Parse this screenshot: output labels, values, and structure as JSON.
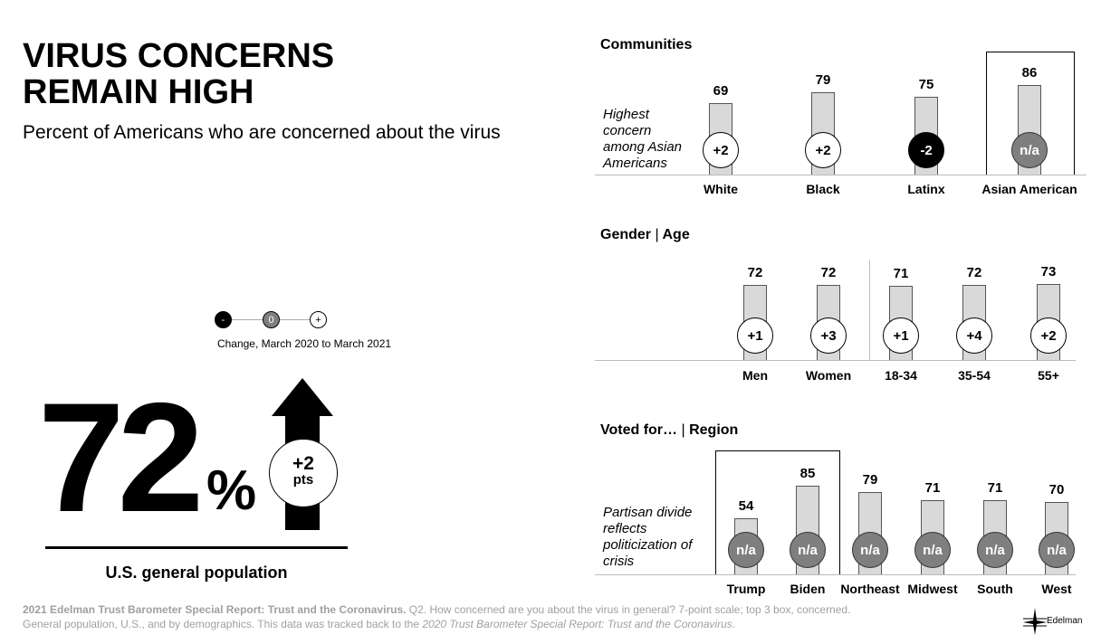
{
  "title_line1": "VIRUS CONCERNS",
  "title_line2": "REMAIN HIGH",
  "subtitle": "Percent of Americans who are concerned about the virus",
  "legend": {
    "minus": "-",
    "zero": "0",
    "plus": "+",
    "caption": "Change, March 2020 to March 2021"
  },
  "headline": {
    "value": "72",
    "unit": "%",
    "change": "+2",
    "change_unit": "pts",
    "label": "U.S. general population"
  },
  "colors": {
    "bar": "#d9d9d9",
    "na": "#7f7f7f",
    "footer": "#a0a0a0"
  },
  "chart_data": [
    {
      "type": "bar",
      "title": "Communities",
      "note": "Highest concern among Asian Americans",
      "categories": [
        "White",
        "Black",
        "Latinx",
        "Asian American"
      ],
      "values": [
        69,
        79,
        75,
        86
      ],
      "changes": [
        "+2",
        "+2",
        "-2",
        "n/a"
      ],
      "highlight": [
        "Asian American"
      ]
    },
    {
      "type": "bar",
      "title": "Gender",
      "title2": "Age",
      "sep": "|",
      "categories": [
        "Men",
        "Women",
        "18-34",
        "35-54",
        "55+"
      ],
      "values": [
        72,
        72,
        71,
        72,
        73
      ],
      "changes": [
        "+1",
        "+3",
        "+1",
        "+4",
        "+2"
      ]
    },
    {
      "type": "bar",
      "title": "Voted for…",
      "title2": "Region",
      "sep": "|",
      "note": "Partisan divide reflects politicization of crisis",
      "categories": [
        "Trump",
        "Biden",
        "Northeast",
        "Midwest",
        "South",
        "West"
      ],
      "values": [
        54,
        85,
        79,
        71,
        71,
        70
      ],
      "changes": [
        "n/a",
        "n/a",
        "n/a",
        "n/a",
        "n/a",
        "n/a"
      ],
      "highlight": [
        "Trump",
        "Biden"
      ]
    }
  ],
  "footer": {
    "bold": "2021 Edelman Trust Barometer Special Report: Trust and the Coronavirus.",
    "q": " Q2. How concerned are you about the virus in general? 7-point scale; top 3 box, concerned.",
    "line2": "General population, U.S., and by demographics. This data was tracked back to the ",
    "line2_italic": "2020 Trust Barometer Special Report: Trust and the Coronavirus",
    "line2_end": "."
  },
  "logo": "Edelman"
}
